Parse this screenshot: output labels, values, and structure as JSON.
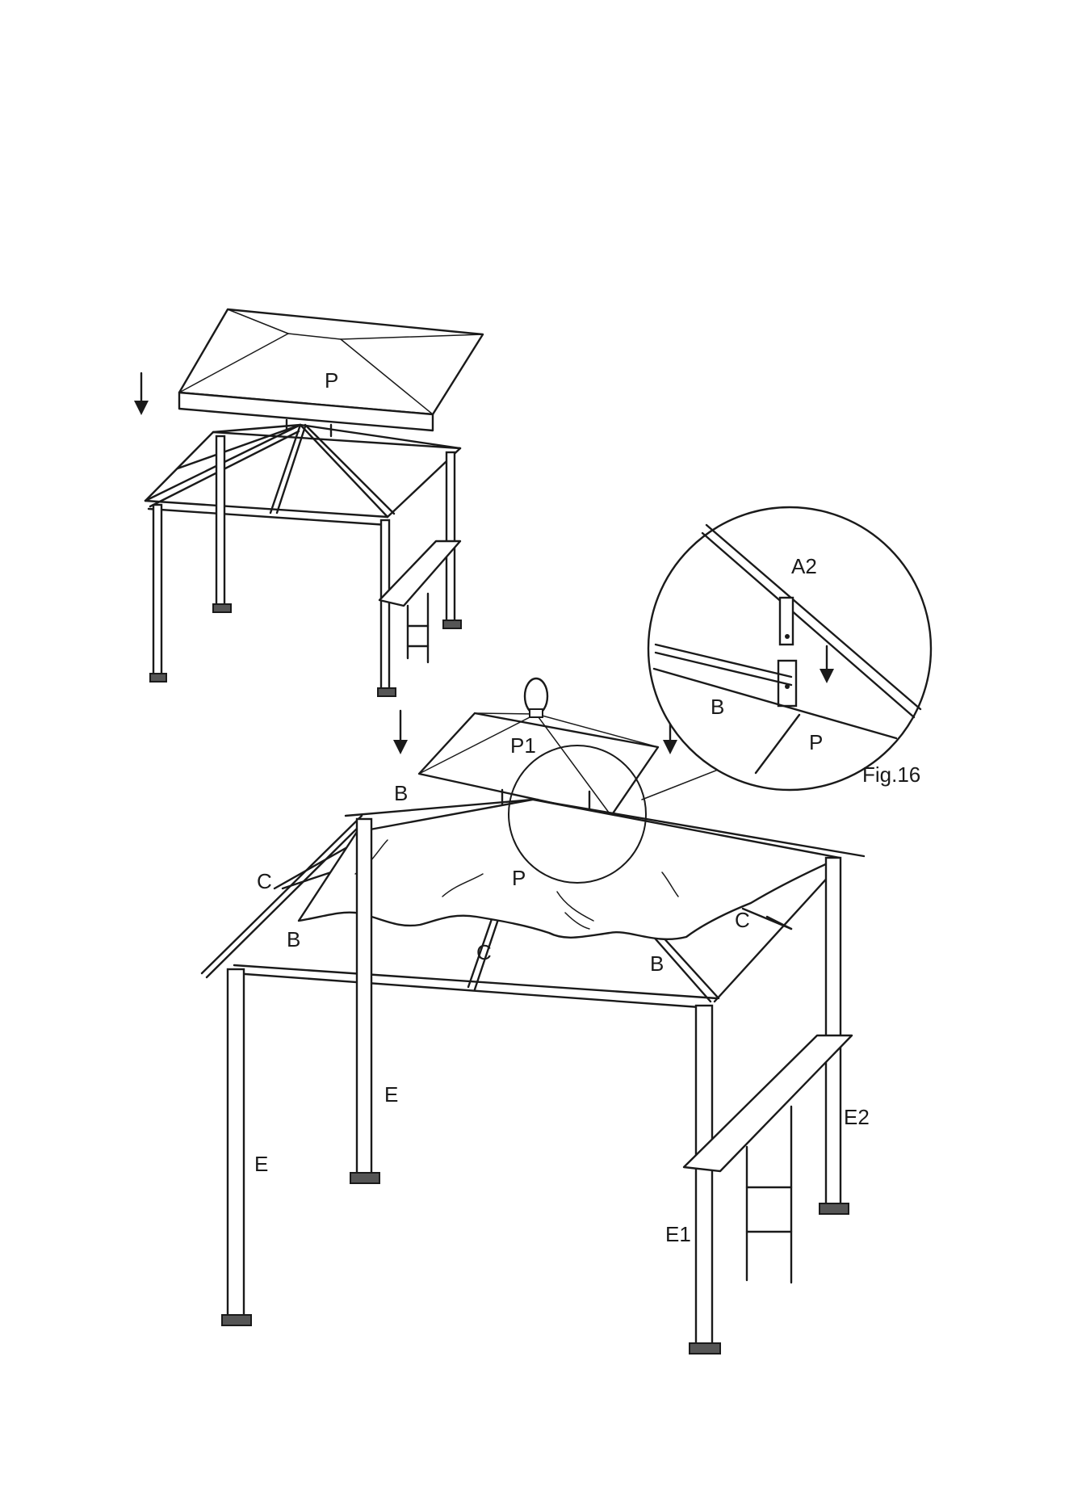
{
  "figure": {
    "caption": "Fig.16"
  },
  "labels": {
    "top_canopy": "P",
    "finial_top": "P1",
    "canopy_main": "P",
    "rafter_top": "B",
    "rafter_left": "B",
    "rafter_front": "B",
    "purlin_left": "C",
    "purlin_front": "C",
    "purlin_right": "C",
    "post_left_front": "E",
    "post_left_back": "E",
    "post_right_front": "E1",
    "post_right_back": "E2",
    "detail_bar": "A2",
    "detail_rafter": "B",
    "detail_canopy": "P"
  },
  "arrows": [
    "down-arrow",
    "down-arrow",
    "down-arrow",
    "down-arrow"
  ]
}
